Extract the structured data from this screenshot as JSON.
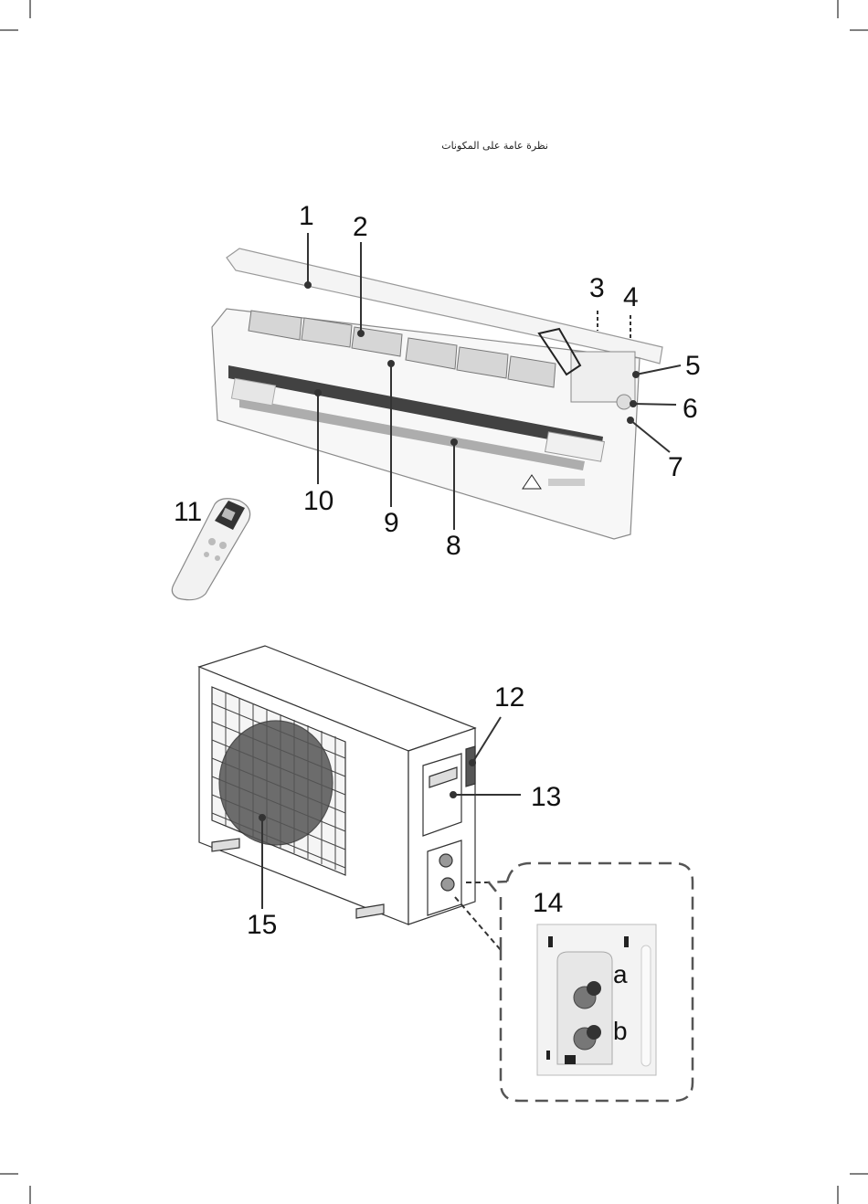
{
  "header": {
    "title": "نظرة عامة على المكونات"
  },
  "indoor_labels": [
    "1",
    "2",
    "3",
    "4",
    "5",
    "6",
    "7",
    "8",
    "9",
    "10",
    "11"
  ],
  "outdoor_labels": [
    "12",
    "13",
    "14",
    "15"
  ],
  "detail_labels": [
    "a",
    "b"
  ]
}
